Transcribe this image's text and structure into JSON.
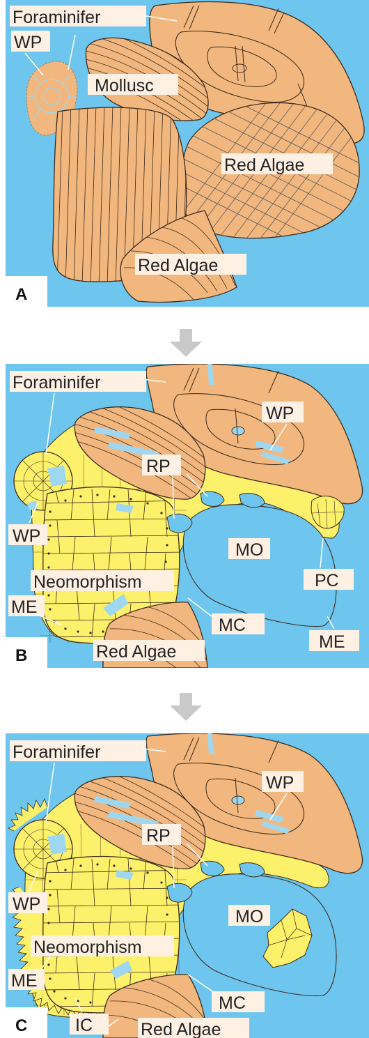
{
  "colors": {
    "water": "#6ec6ef",
    "grain": "#f2b77e",
    "cement": "#fdf06a",
    "stroke": "#3c2a1c",
    "label_bg": "#fff0e4",
    "arrow": "#c9c9c9",
    "pore": "#9fd7f1"
  },
  "panels": {
    "a": {
      "letter": "A",
      "labels": {
        "foraminifer": "Foraminifer",
        "wp": "WP",
        "mollusc": "Mollusc",
        "red_algae_1": "Red Algae",
        "red_algae_2": "Red Algae"
      }
    },
    "b": {
      "letter": "B",
      "labels": {
        "foraminifer": "Foraminifer",
        "wp_top": "WP",
        "rp": "RP",
        "wp_left": "WP",
        "mo": "MO",
        "neomorphism": "Neomorphism",
        "pc": "PC",
        "me_left": "ME",
        "mc": "MC",
        "me_right": "ME",
        "red_algae": "Red Algae"
      }
    },
    "c": {
      "letter": "C",
      "labels": {
        "foraminifer": "Foraminifer",
        "wp_top": "WP",
        "rp": "RP",
        "wp_left": "WP",
        "mo": "MO",
        "neomorphism": "Neomorphism",
        "me": "ME",
        "mc": "MC",
        "ic": "IC",
        "red_algae": "Red Algae"
      }
    }
  }
}
